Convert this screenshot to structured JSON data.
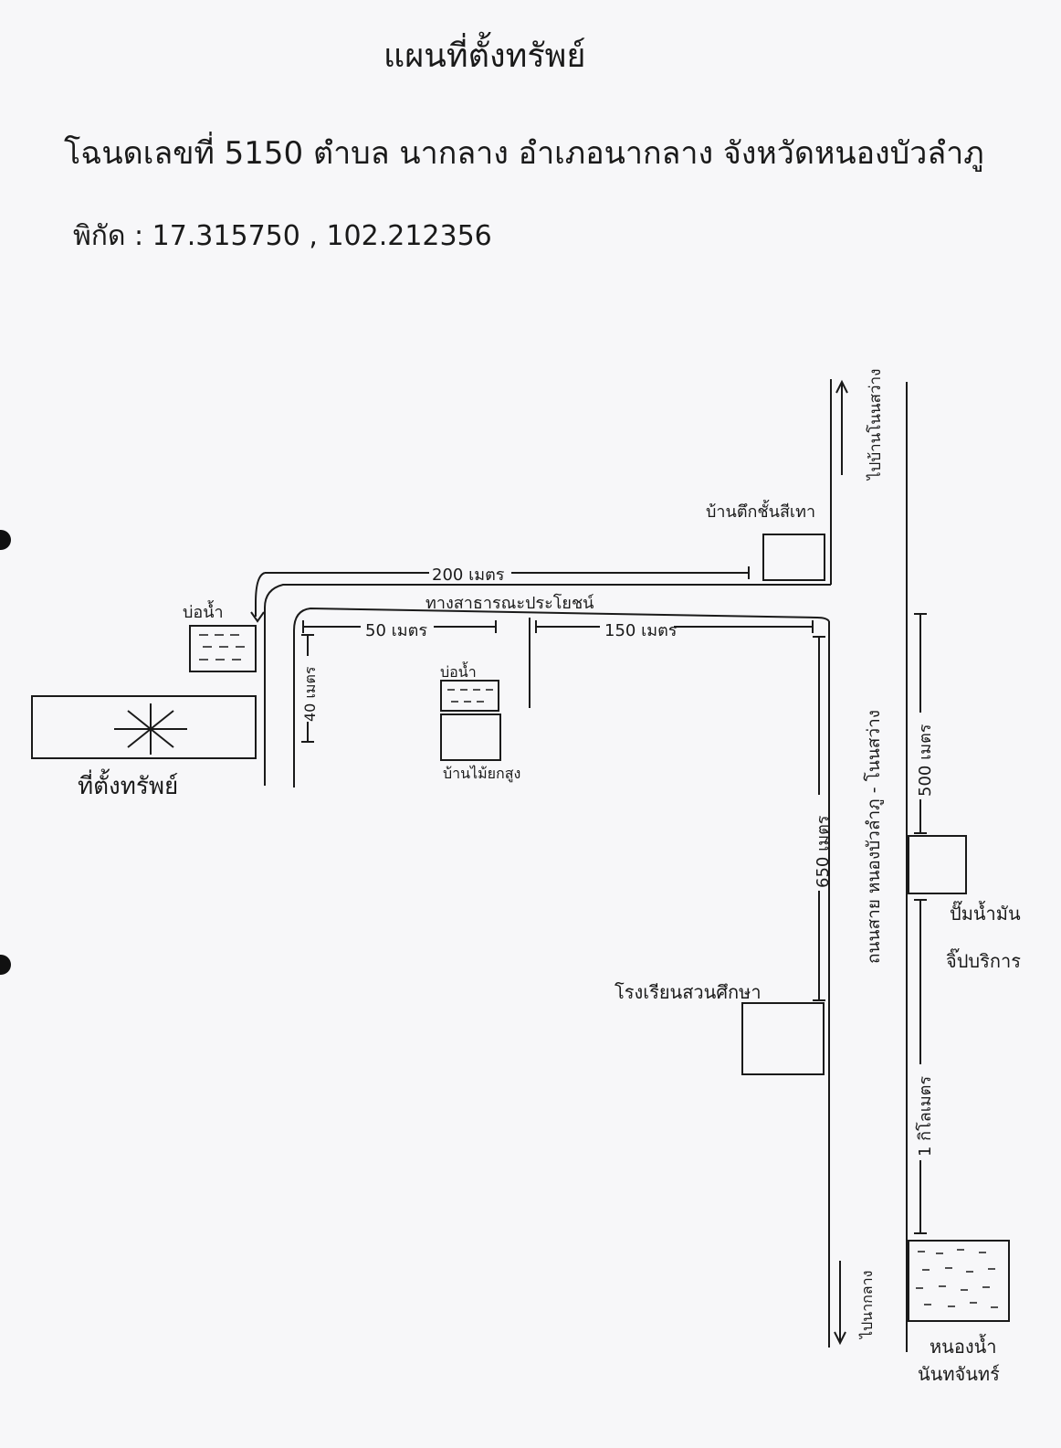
{
  "header": {
    "title": "แผนที่ตั้งทรัพย์",
    "deed_line": "โฉนดเลขที่ 5150  ตำบล นากลาง  อำเภอนากลาง    จังหวัดหนองบัวลำภู",
    "coordinates": "พิกัด : 17.315750 , 102.212356"
  },
  "map": {
    "labels": {
      "to_nonsa_wang": "ไปบ้านโนนสว่าง",
      "grey_shophouse": "บ้านตึกชั้นสีเทา",
      "road_200m": "200 เมตร",
      "public_road": "ทางสาธารณะประโยชน์",
      "pond_1": "บ่อน้ำ",
      "dist_50m": "50 เมตร",
      "dist_150m": "150 เมตร",
      "dist_40m": "40 เมตร",
      "pond_2": "บ่อน้ำ",
      "property_site": "ที่ตั้งทรัพย์",
      "tall_wood_house": "บ้านไม้ยกสูง",
      "dist_650m": "650 เมตร",
      "main_road": "ถนนสาย หนองบัวลำภู - โนนสว่าง",
      "dist_500m": "500 เมตร",
      "gas_station": "ปั๊มน้ำมัน",
      "gas_station_2": "จิ๊ปบริการ",
      "school": "โรงเรียนสวนศึกษา",
      "dist_1km": "1 กิโลเมตร",
      "to_naklang": "ไปนากลาง",
      "lake_1": "หนองน้ำ",
      "lake_2": "นันทจันทร์"
    }
  }
}
